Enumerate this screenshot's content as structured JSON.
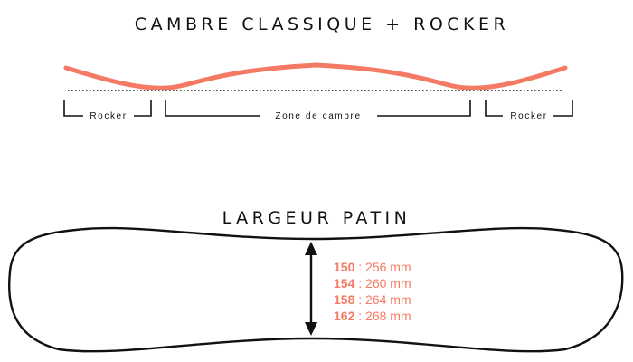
{
  "profile": {
    "title": "CAMBRE CLASSIQUE + ROCKER",
    "zones": [
      {
        "label": "Rocker"
      },
      {
        "label": "Zone de cambre"
      },
      {
        "label": "Rocker"
      }
    ]
  },
  "width": {
    "title": "LARGEUR PATIN",
    "sizes": [
      {
        "size": "150",
        "value": ": 256 mm"
      },
      {
        "size": "154",
        "value": ": 260 mm"
      },
      {
        "size": "158",
        "value": ": 264 mm"
      },
      {
        "size": "162",
        "value": ": 268 mm"
      }
    ]
  },
  "colors": {
    "accent": "#f47a63",
    "ink": "#111111",
    "background": "#ffffff"
  }
}
